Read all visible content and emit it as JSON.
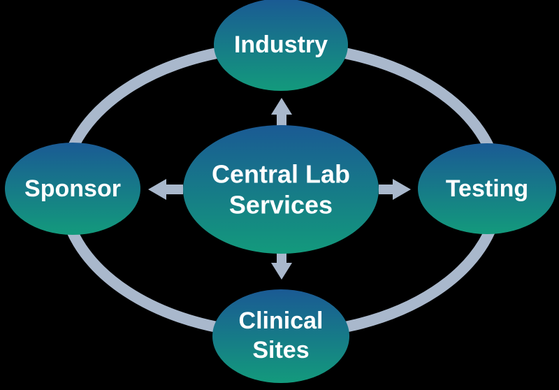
{
  "diagram": {
    "center": {
      "lines": [
        "Central Lab",
        "Services"
      ]
    },
    "nodes": {
      "top": {
        "lines": [
          "Industry"
        ]
      },
      "left": {
        "lines": [
          "Sponsor"
        ]
      },
      "right": {
        "lines": [
          "Testing"
        ]
      },
      "bottom": {
        "lines": [
          "Clinical",
          "Sites"
        ]
      }
    }
  },
  "colors": {
    "background": "#000000",
    "node_fill_top": "#1a5a94",
    "node_fill_bottom": "#139a7c",
    "ring": "#a9b8cc",
    "arrow": "#a9b8cc",
    "label": "#ffffff"
  }
}
